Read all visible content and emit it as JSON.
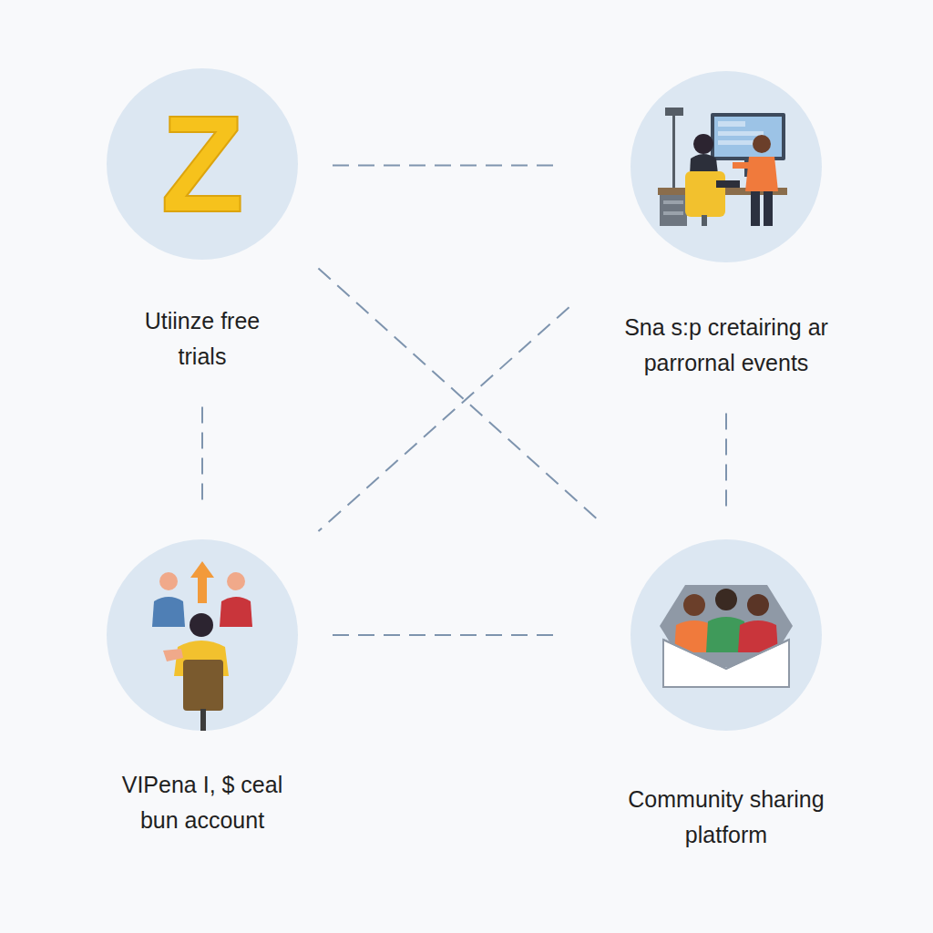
{
  "diagram": {
    "nodes": [
      {
        "text": [
          "Z",
          "Utiinze free trials"
        ]
      },
      {
        "text": [
          "Sna s:p cretairing ar parrornal events"
        ]
      },
      {
        "text": [
          "VIPena I, $ ceal bun account"
        ]
      },
      {
        "text": [
          "Community sharing platform"
        ]
      }
    ],
    "edges": [
      {
        "from": 0,
        "to": 1,
        "arrow": "none"
      },
      {
        "from": 0,
        "to": 2,
        "arrow": "none"
      },
      {
        "from": 1,
        "to": 3,
        "arrow": "none"
      },
      {
        "from": 2,
        "to": 3,
        "arrow": "none"
      },
      {
        "from": 0,
        "to": 3,
        "arrow": "none"
      },
      {
        "from": 1,
        "to": 2,
        "arrow": "none"
      }
    ]
  }
}
